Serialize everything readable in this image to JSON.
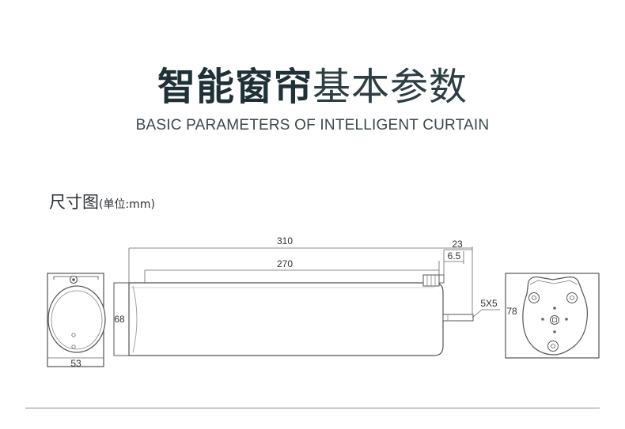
{
  "header": {
    "title_bold": "智能窗帘",
    "title_light": "基本参数",
    "subtitle": "BASIC PARAMETERS OF INTELLIGENT CURTAIN"
  },
  "section": {
    "label": "尺寸图",
    "unit_note": "(单位:mm)"
  },
  "dimensions": {
    "overall_length": "310",
    "tube_length": "270",
    "head_length": "23",
    "head_offset": "6.5",
    "shaft_size": "5X5",
    "end_height": "78",
    "tube_diameter": "68",
    "end_width": "53"
  }
}
